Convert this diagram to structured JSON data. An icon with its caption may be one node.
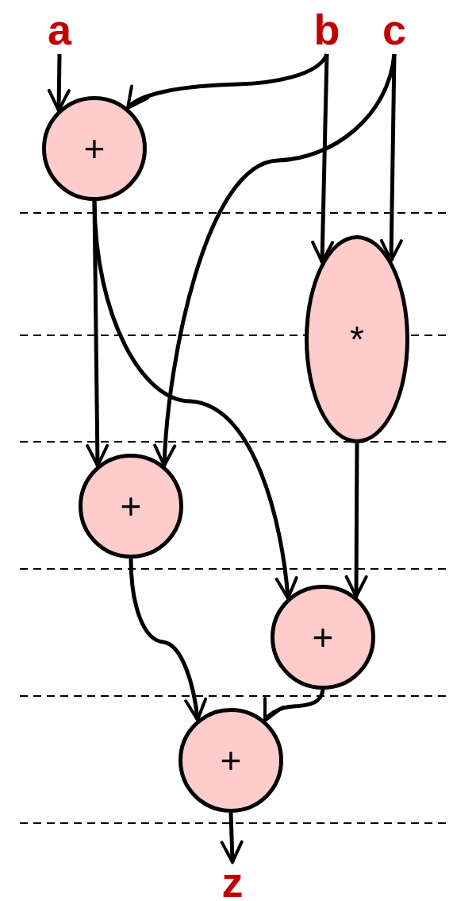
{
  "diagram": {
    "nodes": [
      {
        "text": [
          "a"
        ]
      },
      {
        "text": [
          "b"
        ]
      },
      {
        "text": [
          "c"
        ]
      },
      {
        "text": [
          "+"
        ]
      },
      {
        "text": [
          "*"
        ]
      },
      {
        "text": [
          "+"
        ]
      },
      {
        "text": [
          "+"
        ]
      },
      {
        "text": [
          "+"
        ]
      },
      {
        "text": [
          "z"
        ]
      }
    ],
    "edges": [
      {
        "from": 0,
        "to": 3,
        "arrow": "to"
      },
      {
        "from": 1,
        "to": 3,
        "arrow": "to"
      },
      {
        "from": 1,
        "to": 4,
        "arrow": "to"
      },
      {
        "from": 2,
        "to": 5,
        "arrow": "to"
      },
      {
        "from": 2,
        "to": 4,
        "arrow": "to"
      },
      {
        "from": 3,
        "to": 5,
        "arrow": "to"
      },
      {
        "from": 3,
        "to": 6,
        "arrow": "to"
      },
      {
        "from": 4,
        "to": 6,
        "arrow": "to"
      },
      {
        "from": 5,
        "to": 7,
        "arrow": "to"
      },
      {
        "from": 6,
        "to": 7,
        "arrow": "to"
      },
      {
        "from": 7,
        "to": 8,
        "arrow": "to"
      }
    ]
  }
}
